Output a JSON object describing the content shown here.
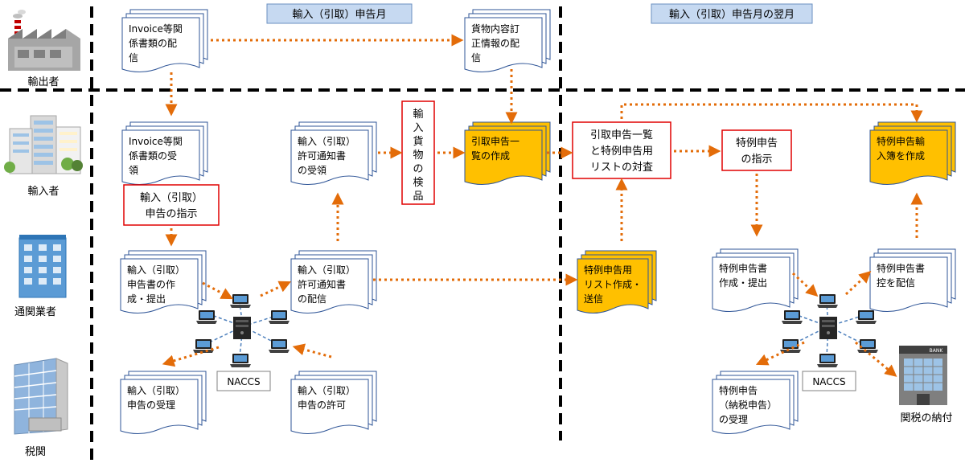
{
  "headers": {
    "current_month": "輸入（引取）申告月",
    "next_month": "輸入（引取）申告月の翌月"
  },
  "actors": {
    "exporter": "輸出者",
    "importer": "輸入者",
    "customs_broker": "通関業者",
    "customs": "税関"
  },
  "docs": {
    "invoice_send": [
      "Invoice等関",
      "係書類の配",
      "信"
    ],
    "correction_send": [
      "貨物内容訂",
      "正情報の配",
      "信"
    ],
    "invoice_receive": [
      "Invoice等関",
      "係書類の受",
      "領"
    ],
    "permit_receive": [
      "輸入（引取）",
      "許可通知書",
      "の受領"
    ],
    "pickup_list_create": [
      "引取申告一",
      "覧の作成"
    ],
    "special_ledger": [
      "特例申告輸",
      "入簿を作成"
    ],
    "declaration_create": [
      "輸入（引取）",
      "申告書の作",
      "成・提出"
    ],
    "permit_send": [
      "輸入（引取）",
      "許可通知書",
      "の配信"
    ],
    "special_list_send": [
      "特例申告用",
      "リスト作成・",
      "送信"
    ],
    "special_create": [
      "特例申告書",
      "作成・提出"
    ],
    "special_copy": [
      "特例申告書",
      "控を配信"
    ],
    "declaration_accept": [
      "輸入（引取）",
      "申告の受理"
    ],
    "declaration_permit": [
      "輸入（引取）",
      "申告の許可"
    ],
    "special_accept": [
      "特例申告",
      "（納税申告）",
      "の受理"
    ]
  },
  "tasks": {
    "instruct_declaration": [
      "輸入（引取）",
      "申告の指示"
    ],
    "inspect": "輸入貨物の検品",
    "check_lists": [
      "引取申告一覧",
      "と特例申告用",
      "リストの対査"
    ],
    "instruct_special": [
      "特例申告",
      "の指示"
    ]
  },
  "network": {
    "naccs_left": "NACCS",
    "naccs_right": "NACCS"
  },
  "bank_sign": "BANK",
  "tax_payment": "関税の納付",
  "colors": {
    "header_fill": "#c6d9f1",
    "header_stroke": "#6a8fc0",
    "doc_fill": "#ffffff",
    "doc_stroke": "#2f5597",
    "doc_gold": "#ffc000",
    "task_stroke": "#e00000",
    "arrow": "#e36c09",
    "line": "#000000",
    "net_link": "#4f81bd"
  }
}
